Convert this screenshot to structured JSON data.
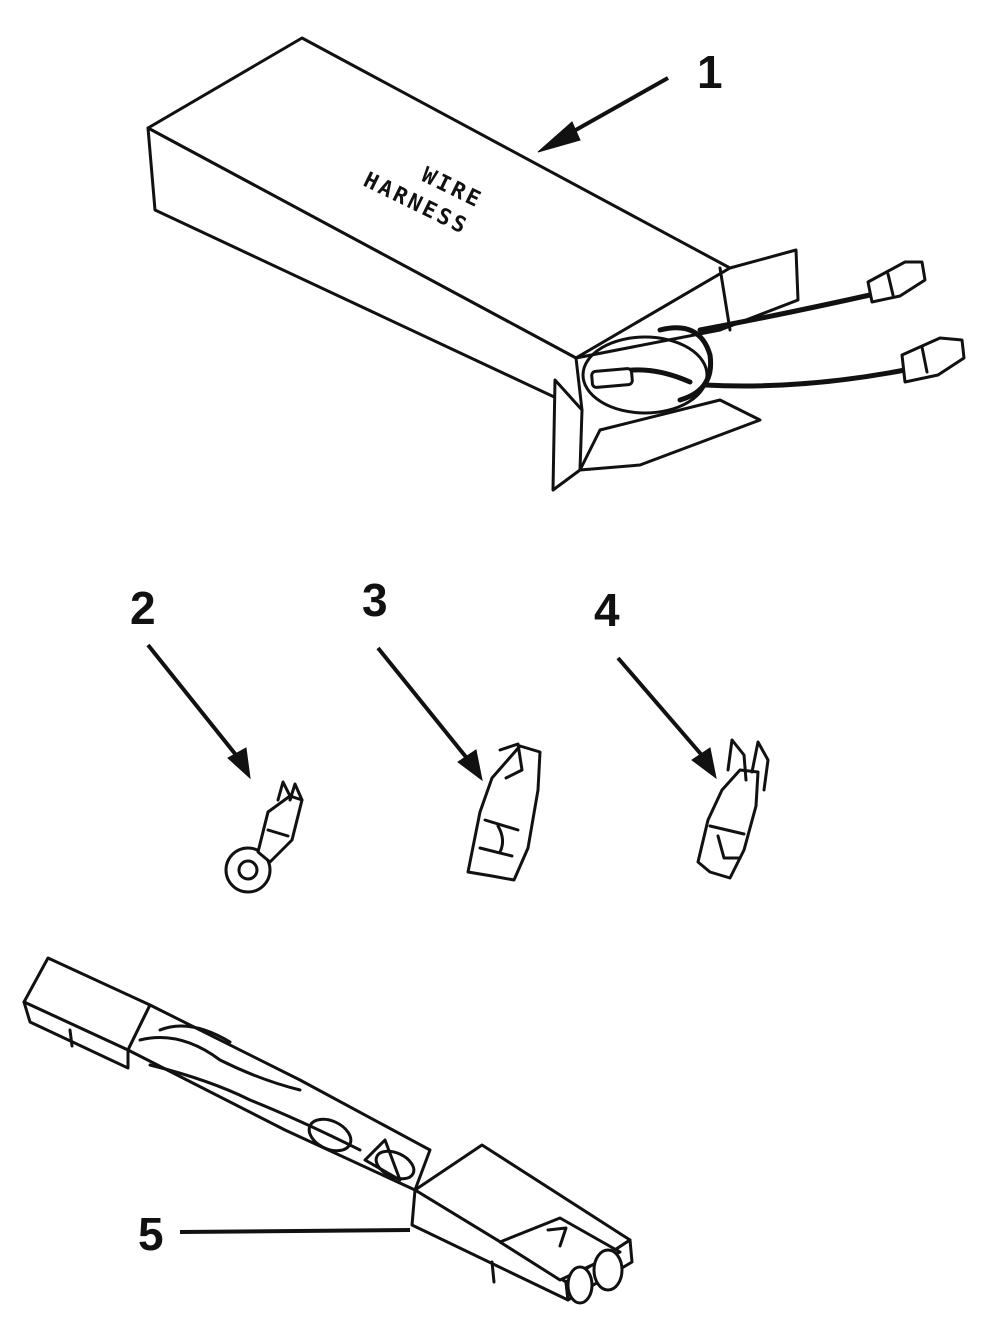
{
  "parts": [
    {
      "callout": "1",
      "label_lines": [
        "WIRE",
        "HARNESS"
      ]
    },
    {
      "callout": "2"
    },
    {
      "callout": "3"
    },
    {
      "callout": "4"
    },
    {
      "callout": "5"
    }
  ],
  "colors": {
    "ink": "#111111",
    "background": "#ffffff"
  }
}
